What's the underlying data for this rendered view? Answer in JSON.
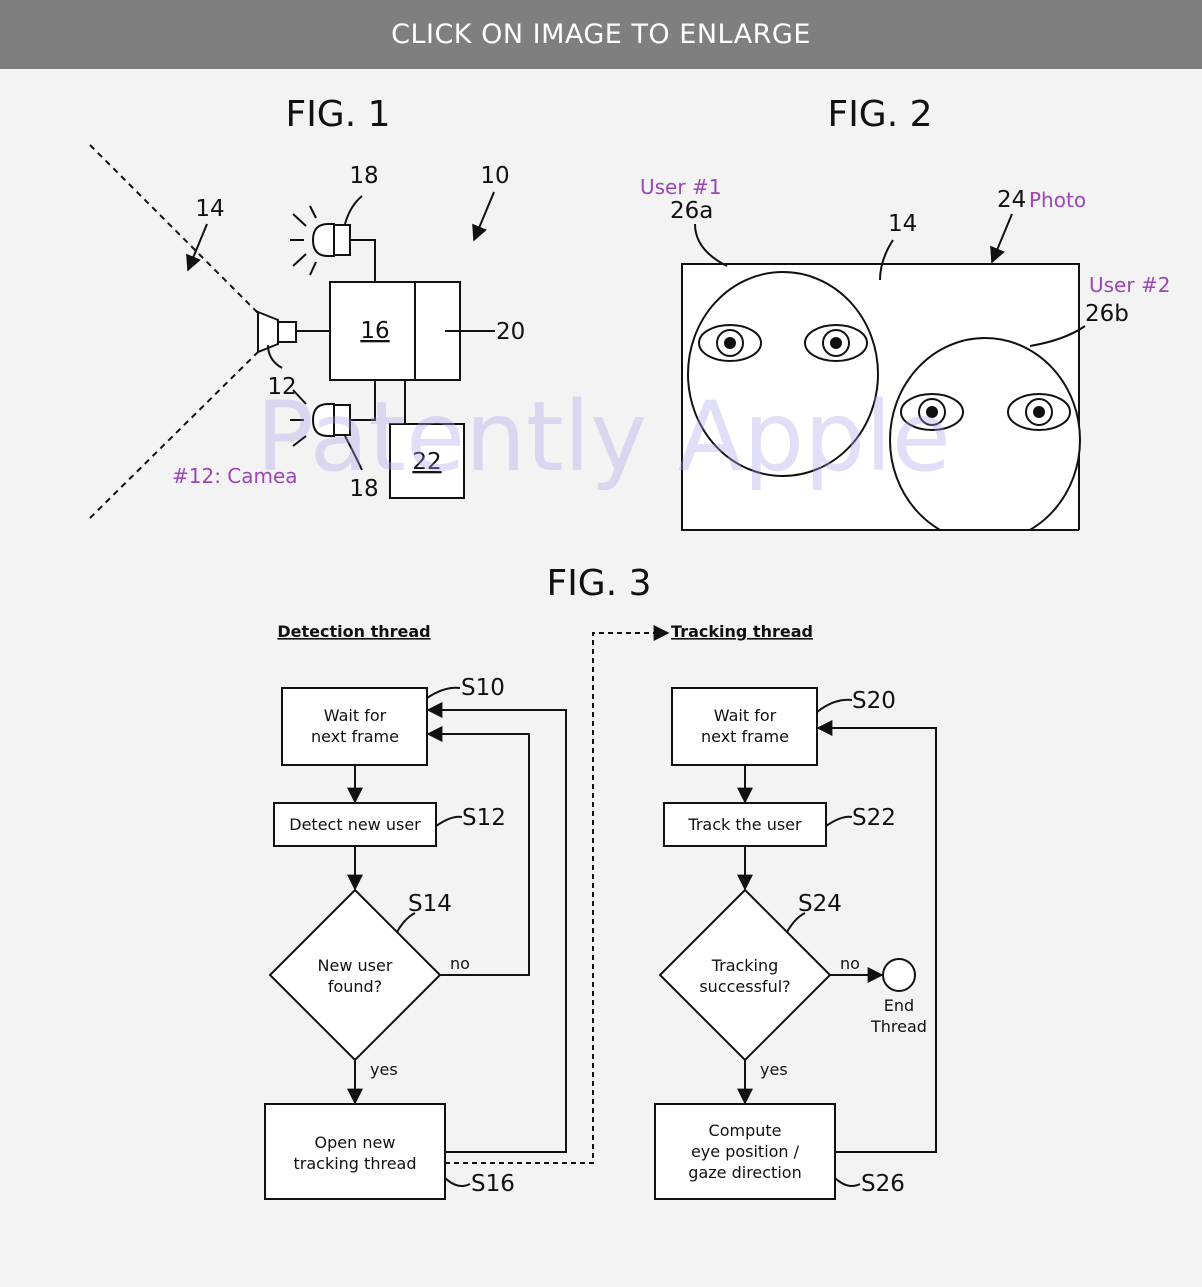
{
  "banner": {
    "text": "CLICK ON IMAGE TO ENLARGE"
  },
  "watermark": "Patently Apple",
  "fig1": {
    "title": "FIG. 1",
    "refs": {
      "r14": "14",
      "r18_top": "18",
      "r10": "10",
      "r16": "16",
      "r20": "20",
      "r12": "12",
      "r22": "22",
      "r18_bottom": "18"
    },
    "annotation": "#12: Camea"
  },
  "fig2": {
    "title": "FIG. 2",
    "refs": {
      "r26a": "26a",
      "r14": "14",
      "r24": "24",
      "r26b": "26b"
    },
    "annotations": {
      "user1": "User #1",
      "photo": "Photo",
      "user2": "User #2"
    }
  },
  "fig3": {
    "title": "FIG. 3",
    "detection": {
      "heading": "Detection thread",
      "s10": {
        "line1": "Wait for",
        "line2": "next frame",
        "id": "S10"
      },
      "s12": {
        "label": "Detect new user",
        "id": "S12"
      },
      "s14": {
        "line1": "New user",
        "line2": "found?",
        "id": "S14",
        "no": "no",
        "yes": "yes"
      },
      "s16": {
        "line1": "Open new",
        "line2": "tracking thread",
        "id": "S16"
      }
    },
    "tracking": {
      "heading": "Tracking thread",
      "s20": {
        "line1": "Wait for",
        "line2": "next frame",
        "id": "S20"
      },
      "s22": {
        "label": "Track the user",
        "id": "S22"
      },
      "s24": {
        "line1": "Tracking",
        "line2": "successful?",
        "id": "S24",
        "no": "no",
        "yes": "yes"
      },
      "end": {
        "line1": "End",
        "line2": "Thread"
      },
      "s26": {
        "line1": "Compute",
        "line2": "eye position /",
        "line3": "gaze direction",
        "id": "S26"
      }
    }
  }
}
